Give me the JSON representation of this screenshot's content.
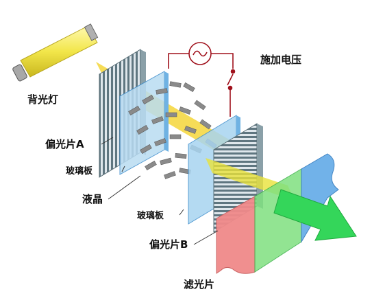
{
  "labels": {
    "backlight": "背光灯",
    "polarizer_a": "偏光片A",
    "glass_1": "玻璃板",
    "liquid_crystal": "液晶",
    "glass_2": "玻璃板",
    "polarizer_b": "偏光片B",
    "filter": "滤光片",
    "applied_voltage": "施加电压"
  },
  "colors": {
    "lamp": "#f2e64a",
    "beam_yellow": "#e8e23a",
    "beam_green": "#34d65a",
    "filter_red": "#f08a8a",
    "filter_green": "#7fe07f",
    "filter_blue": "#6aaee8",
    "glass_blue": "#9fd0f0"
  },
  "icons": [
    "ac-voltage-source-icon",
    "switch-icon",
    "arrow-icon"
  ]
}
